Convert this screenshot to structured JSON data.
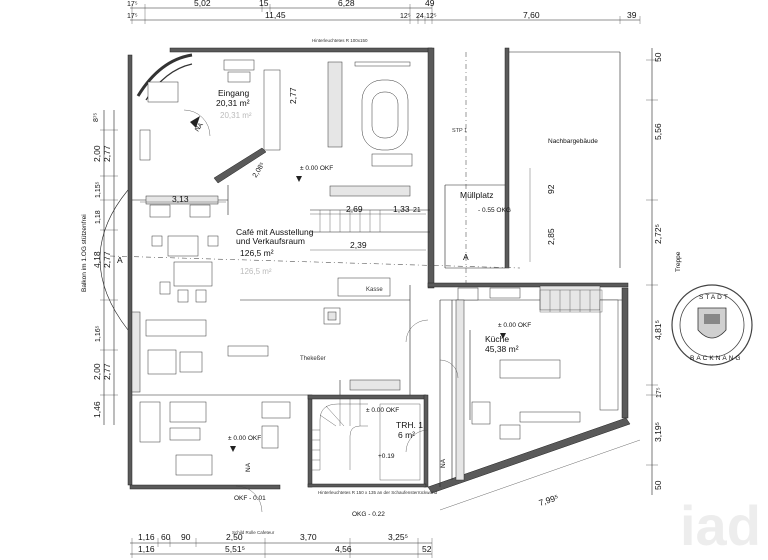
{
  "dims_top_row1": [
    "17⁵",
    "5,02",
    "15",
    "6,28",
    "49"
  ],
  "dims_top_row2": [
    "17⁵",
    "11,45",
    "12⁵",
    "24",
    "12⁵",
    "7,60",
    "39"
  ],
  "dims_bottom_row1": [
    "1,16",
    "60",
    "90",
    "2,50",
    "3,70",
    "3,25⁵"
  ],
  "dims_bottom_row2": [
    "1,16",
    "5,51⁵",
    "4,56",
    "52"
  ],
  "dims_left": [
    "8⁷⁵",
    "2,77",
    "2,00",
    "1,15⁵",
    "1,18",
    "4,18",
    "2,77",
    "1,16⁵",
    "2,00",
    "2,77",
    "1,46"
  ],
  "dims_right": [
    "50",
    "5,56",
    "2,72⁵",
    "4,81⁵",
    "17⁵",
    "3,19⁵",
    "50"
  ],
  "dims_inner": [
    "2,77",
    "2,08⁵",
    "3,13",
    "2,69",
    "1,33",
    "21",
    "2,39",
    "92",
    "2,85",
    "7,99⁵"
  ],
  "rooms": {
    "eingang": {
      "name": "Eingang",
      "area": "20,31 m²"
    },
    "cafe": {
      "name": "Café mit Ausstellung und Verkaufsraum",
      "area": "126,5 m²"
    },
    "kueche": {
      "name": "Küche",
      "area": "45,38 m²"
    },
    "trh": {
      "name": "TRH. 1",
      "area": "6 m²"
    },
    "muellplatz": {
      "name": "Müllplatz"
    },
    "nachbargebaeude": {
      "name": "Nachbargebäude"
    },
    "treppe": {
      "name": "Treppe"
    },
    "theke": {
      "name": "Thekeßer"
    },
    "kasse": {
      "name": "Kasse"
    }
  },
  "labels": {
    "balkon": "Balkon im 1.OG stützenfrei",
    "okf1": "± 0.00 OKF",
    "okf2": "± 0.00 OKF",
    "okf3": "± 0.00 OKF",
    "okf4": "± 0.00 OKF",
    "okg": "- 0.55 OKG",
    "okf_minus": "OKF - 0.01",
    "okg_minus": "OKG - 0.22",
    "plus019": "+0.19",
    "stp": "STP 1",
    "na1": "NA",
    "na2": "NA",
    "na3": "NA",
    "section_a_left": "A",
    "section_a_right": "A",
    "hinterleuchtet_top": "Hinterleuchtetes R 100x150",
    "hinterleuchtet_bottom": "Hinterleuchtetes R 150 x 135 an der Schaufensterrückwand",
    "schild": "Schild Rolle Cafeteur"
  },
  "stamp": {
    "top": "STADT",
    "bottom": "BACKNANG"
  },
  "watermark": "iad"
}
